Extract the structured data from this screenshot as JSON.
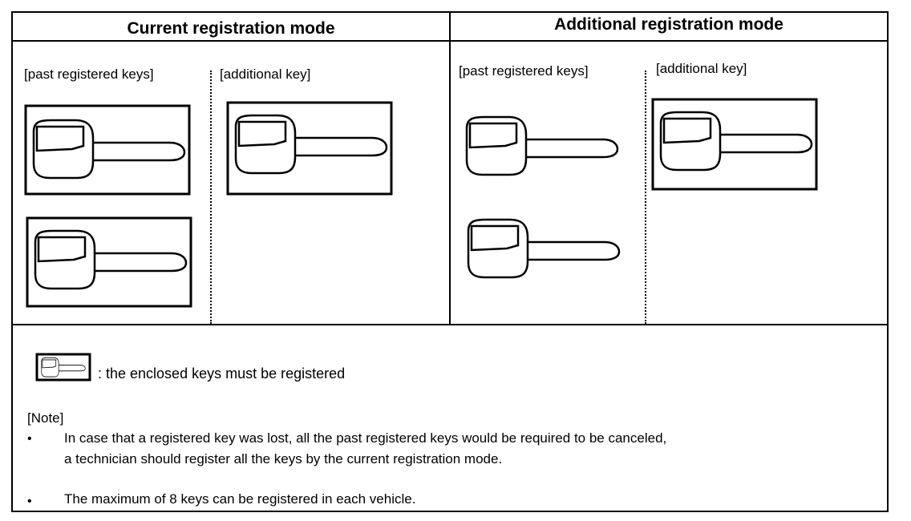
{
  "headers": {
    "current_mode": "Current registration mode",
    "additional_mode": "Additional registration mode"
  },
  "current_section": {
    "past_label": "[past registered keys]",
    "additional_label": "[additional key]"
  },
  "additional_section": {
    "past_label": "[past registered keys]",
    "additional_label": "[additional key]"
  },
  "legend": {
    "text": ": the enclosed keys must be registered",
    "icon": "enclosed-key-icon"
  },
  "notes": {
    "title": "[Note]",
    "bullet": "•",
    "items": [
      {
        "line1": "In case that a registered key was lost, all the past registered keys would be required to be canceled,",
        "line2": "a technician should register all the keys by the current registration mode."
      },
      {
        "line1": "The maximum of 8 keys can be registered in each vehicle."
      }
    ]
  },
  "icons": {
    "key": "key-icon",
    "enclosed_key": "enclosed-key-icon"
  }
}
